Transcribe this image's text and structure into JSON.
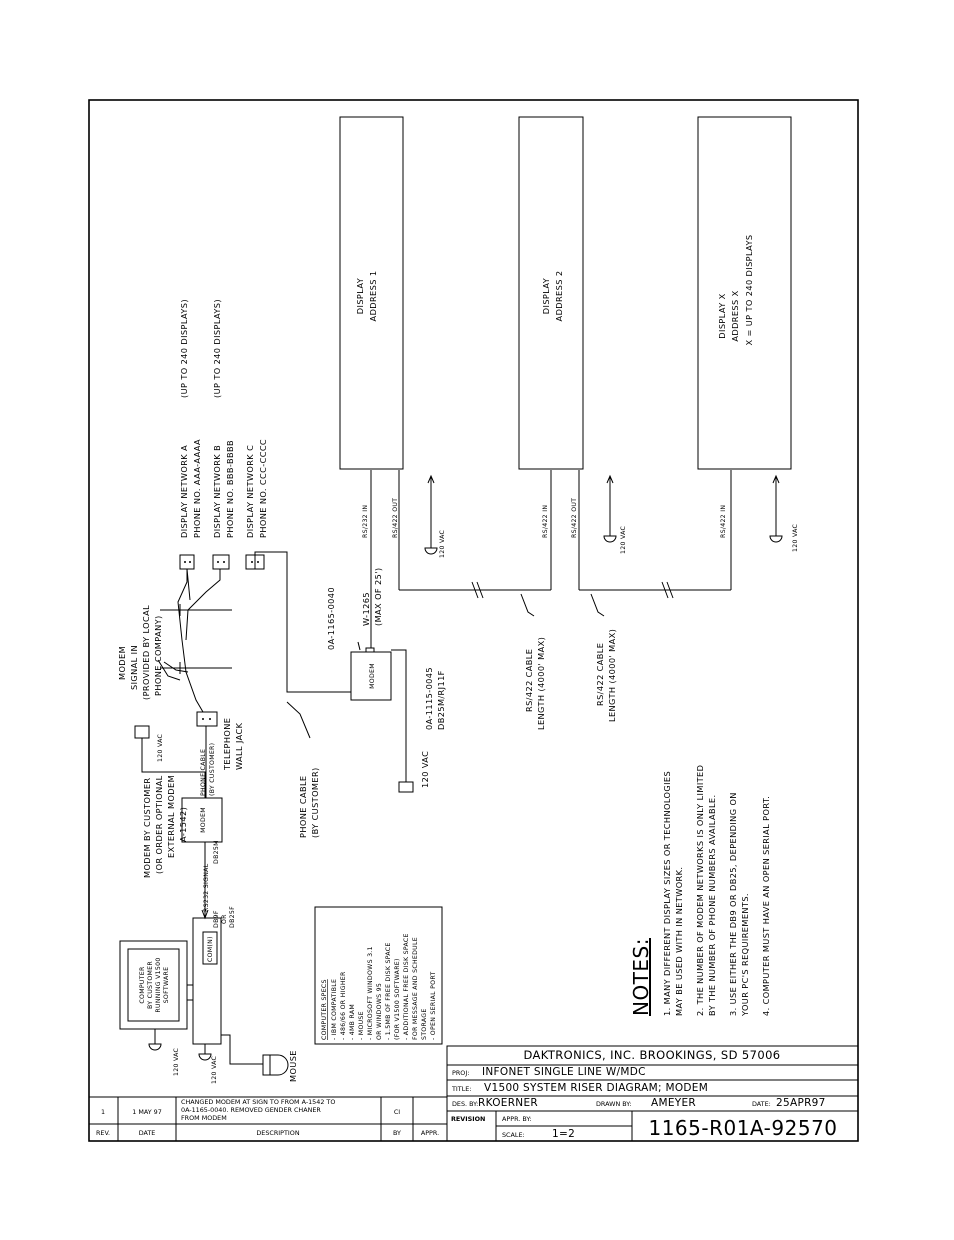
{
  "displays": [
    {
      "lines": [
        "DISPLAY",
        "ADDRESS  1"
      ]
    },
    {
      "lines": [
        "DISPLAY",
        "ADDRESS  2"
      ]
    },
    {
      "lines": [
        "DISPLAY  X",
        "ADDRESS  X",
        "X  =  UP TO 240 DISPLAYS"
      ]
    }
  ],
  "networks": [
    {
      "name": "DISPLAY NETWORK A",
      "phone": "PHONE  NO.  AAA-AAAA",
      "limit": "(UP TO 240 DISPLAYS)"
    },
    {
      "name": "DISPLAY NETWORK B",
      "phone": "PHONE  NO.  BBB-BBBB",
      "limit": "(UP TO 240 DISPLAYS)"
    },
    {
      "name": "DISPLAY NETWORK C",
      "phone": "PHONE  NO.  CCC-CCCC"
    }
  ],
  "labels": {
    "rs232_in": "RS/232  IN",
    "rs422_out": "RS/422  OUT",
    "rs422_in": "RS/422  IN",
    "vac": "120  VAC",
    "w1265": "W-1265",
    "max25": "(MAX OF 25')",
    "cable_length_1": "RS/422  CABLE",
    "cable_length_2": "LENGTH  (4000' MAX)",
    "modem_part": "0A-1165-0040",
    "modem": "MODEM",
    "adapter_1": "0A-1115-0045",
    "adapter_2": "DB25M/RJ11F",
    "phone_cable_cust_1": "PHONE  CABLE",
    "phone_cable_cust_2": "(BY CUSTOMER)",
    "modem_signal": [
      "MODEM",
      "SIGNAL  IN",
      "(PROVIDED BY LOCAL",
      "PHONE COMPANY)"
    ],
    "wall_jack": [
      "TELEPHONE",
      "WALL JACK"
    ],
    "phone_cable_small": [
      "PHONE CABLE",
      "(BY CUSTOMER)"
    ],
    "modem_by_customer": [
      "MODEM  BY  CUSTOMER",
      "(OR ORDER OPTIONAL",
      "EXTERNAL  MODEM",
      "A-1542)"
    ],
    "db25m": "DB25M",
    "rs232_signal": "RS232  SIGNAL",
    "db9f": [
      "DB9F",
      "OR",
      "DB25F"
    ],
    "com": "COM(N)",
    "computer": [
      "COMPUTER",
      "BY CUSTOMER",
      "RUNNING V1500",
      "SOFTWARE"
    ],
    "mouse": "MOUSE"
  },
  "specs": {
    "title": "COMPUTER  SPECS",
    "items": [
      "-  IBM  COMPATIBLE",
      "-  486/66  OR  HIGHER",
      "-  4MB  RAM",
      "-  MOUSE",
      "-  MICROSOFT  WINDOWS  3.1",
      "   OR  WINDOWS  95",
      "-  1.5MB  OF  FREE  DISK  SPACE",
      "   (FOR  V1500  SOFTWARE)",
      "-  ADDITIONAL  FREE  DISK  SPACE",
      "   FOR  MESSAGE  AND  SCHEDULE",
      "   STORAGE",
      "-  OPEN  SERIAL  PORT"
    ]
  },
  "notes": {
    "title": "NOTES:",
    "items": [
      [
        "1.  MANY  DIFFERENT  DISPLAY  SIZES  OR  TECHNOLOGIES",
        "     MAY  BE  USED  WITH  IN  NETWORK."
      ],
      [
        "2.  THE  NUMBER  OF  MODEM  NETWORKS  IS  ONLY  LIMITED",
        "     BY  THE  NUMBER  OF  PHONE  NUMBERS  AVAILABLE."
      ],
      [
        "3.  USE  EITHER  THE  DB9  OR  DB25,  DEPENDING  ON",
        "     YOUR  PC'S  REQUIREMENTS."
      ],
      [
        "4.  COMPUTER  MUST  HAVE  AN  OPEN  SERIAL  PORT."
      ]
    ]
  },
  "title_block": {
    "company": "DAKTRONICS,  INC.    BROOKINGS,  SD  57006",
    "proj_label": "PROJ:",
    "proj": "INFONET  SINGLE  LINE  W/MDC",
    "title_label": "TITLE:",
    "title": "V1500  SYSTEM  RISER  DIAGRAM;  MODEM",
    "des_label": "DES. BY:",
    "des": "RKOERNER",
    "drawn_label": "DRAWN BY:",
    "drawn": "AMEYER",
    "date_label": "DATE:",
    "date": "25APR97",
    "revision_label": "REVISION",
    "appr_label": "APPR. BY:",
    "scale_label": "SCALE:",
    "scale": "1=2",
    "drawing_no": "1165-R01A-92570"
  },
  "revision_table": {
    "rev": "1",
    "date": "1  MAY  97",
    "description": [
      "CHANGED MODEM AT SIGN TO FROM A-1542 TO",
      "0A-1165-0040.  REMOVED GENDER CHANER",
      "FROM MODEM"
    ],
    "by": "CI",
    "appr": "",
    "headers": {
      "rev": "REV.",
      "date": "DATE",
      "description": "DESCRIPTION",
      "by": "BY",
      "appr": "APPR."
    }
  }
}
